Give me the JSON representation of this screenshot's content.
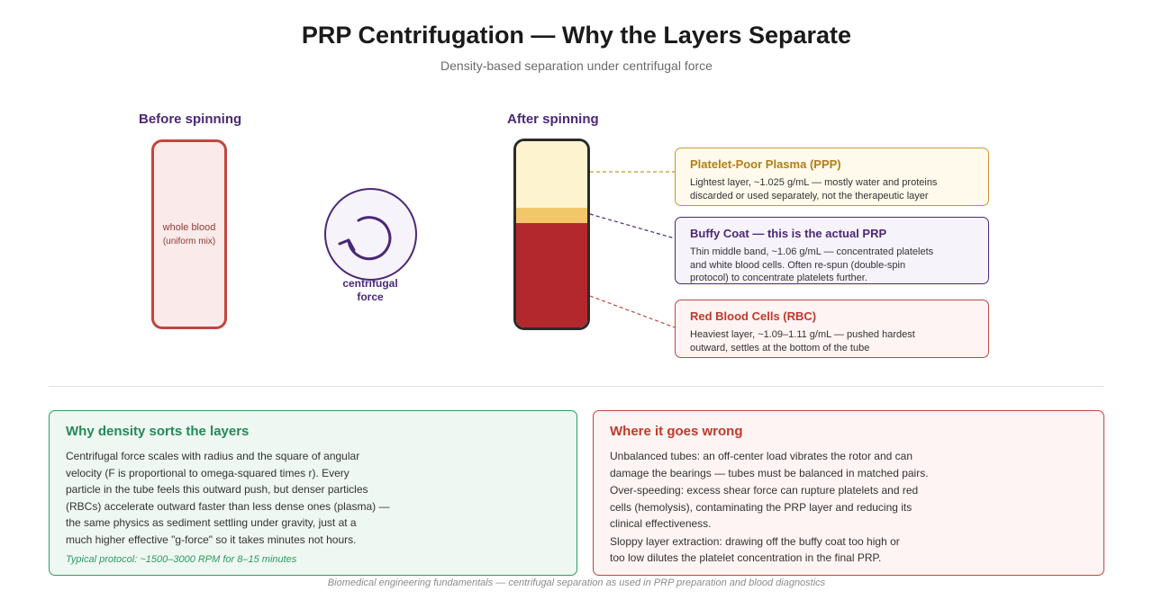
{
  "header": {
    "title": "PRP Centrifugation — Why the Layers Separate",
    "subtitle": "Density-based separation under centrifugal force"
  },
  "before": {
    "label": "Before spinning",
    "tube_text": "whole blood",
    "tube_subtext": "(uniform mix)"
  },
  "force": {
    "label_line1": "centrifugal",
    "label_line2": "force",
    "icon": "rotation-arrow-icon"
  },
  "after": {
    "label": "After spinning",
    "layers": [
      {
        "name": "ppp",
        "color": "#fdf3cf"
      },
      {
        "name": "buffy-coat",
        "color": "#f2c769"
      },
      {
        "name": "rbc",
        "color": "#b3282c"
      }
    ]
  },
  "callouts": {
    "ppp": {
      "title": "Platelet-Poor Plasma (PPP)",
      "line1": "Lightest layer, ~1.025 g/mL — mostly water and proteins",
      "line2": "discarded or used separately, not the therapeutic layer"
    },
    "buffy": {
      "title": "Buffy Coat — this is the actual PRP",
      "line1": "Thin middle band, ~1.06 g/mL — concentrated platelets",
      "line2": "and white blood cells. Often re-spun (double-spin",
      "line3": "protocol) to concentrate platelets further."
    },
    "rbc": {
      "title": "Red Blood Cells (RBC)",
      "line1": "Heaviest layer, ~1.09–1.11 g/mL — pushed hardest",
      "line2": "outward, settles at the bottom of the tube"
    }
  },
  "panels": {
    "density": {
      "title": "Why density sorts the layers",
      "lines": [
        "Centrifugal force scales with radius and the square of angular",
        "velocity (F is proportional to omega-squared times r). Every",
        "particle in the tube feels this outward push, but denser particles",
        "(RBCs) accelerate outward faster than less dense ones (plasma) —",
        "the same physics as sediment settling under gravity, just at a",
        "much higher effective \"g-force\" so it takes minutes not hours."
      ],
      "note": "Typical protocol: ~1500–3000 RPM for 8–15 minutes"
    },
    "wrong": {
      "title": "Where it goes wrong",
      "items": [
        {
          "line1": "Unbalanced tubes: an off-center load vibrates the rotor and can",
          "line2": "damage the bearings — tubes must be balanced in matched pairs."
        },
        {
          "line1": "Over-speeding: excess shear force can rupture platelets and red",
          "line2": "cells (hemolysis), contaminating the PRP layer and reducing its",
          "line3": "clinical effectiveness."
        },
        {
          "line1": "Sloppy layer extraction: drawing off the buffy coat too high or",
          "line2": "too low dilutes the platelet concentration in the final PRP."
        }
      ]
    }
  },
  "footer": "Biomedical engineering fundamentals — centrifugal separation as used in PRP preparation and blood diagnostics",
  "colors": {
    "purple": "#4a2878",
    "red": "#c0463f",
    "gold": "#c9982e",
    "green": "#2e9a62"
  }
}
